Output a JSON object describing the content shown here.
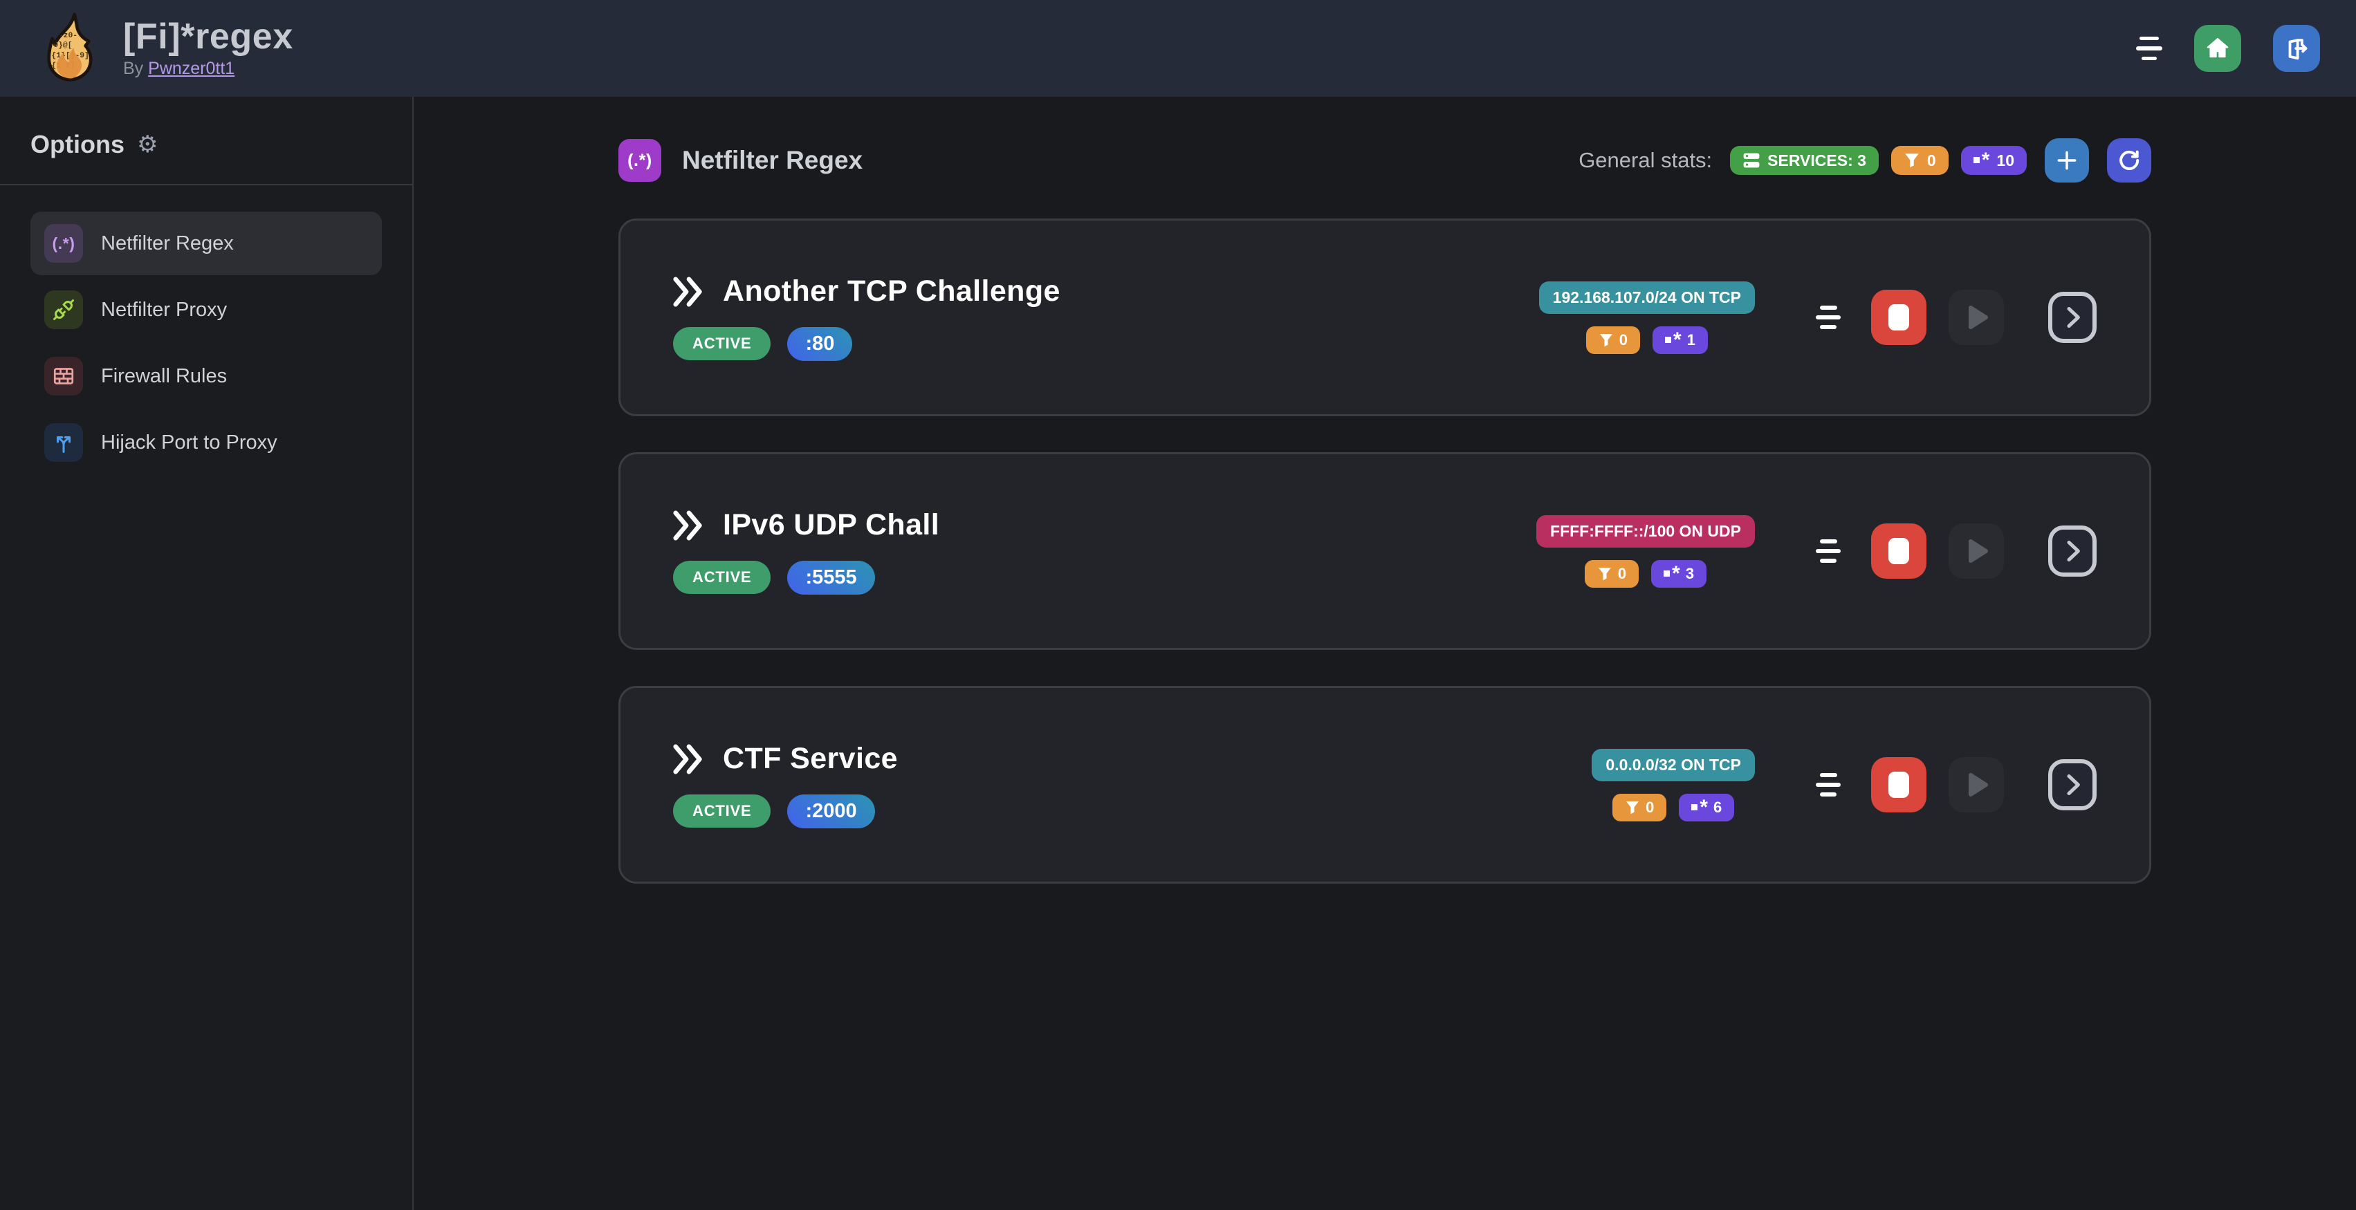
{
  "navbar": {
    "title": "[Fi]*regex",
    "byline_prefix": "By",
    "byline_link": "Pwnzer0tt1",
    "logo_text": {
      "line1": "-z0-",
      "line2": "0}@[",
      "line3": "{1}[)-9]",
      "line4": "{1   z]"
    }
  },
  "sidebar": {
    "heading": "Options",
    "gear_glyph": "⚙",
    "items": [
      {
        "label": "Netfilter Regex",
        "icon": "regex-icon",
        "icon_glyph": "(.*)",
        "active": true
      },
      {
        "label": "Netfilter Proxy",
        "icon": "proxy-plug-icon",
        "active": false
      },
      {
        "label": "Firewall Rules",
        "icon": "firewall-bricks-icon",
        "active": false
      },
      {
        "label": "Hijack Port to Proxy",
        "icon": "hijack-split-arrow-icon",
        "active": false
      }
    ]
  },
  "main": {
    "header": {
      "icon_glyph": "(.*)",
      "title": "Netfilter Regex",
      "stats_label": "General stats:",
      "services_badge": "SERVICES: 3",
      "filtered_count": "0",
      "regex_count": "10"
    },
    "services": [
      {
        "name": "Another TCP Challenge",
        "status": "ACTIVE",
        "port": ":80",
        "target": "192.168.107.0/24 ON TCP",
        "target_color": "#38919e",
        "filtered": "0",
        "regexes": "1"
      },
      {
        "name": "IPv6 UDP Chall",
        "status": "ACTIVE",
        "port": ":5555",
        "target": "FFFF:FFFF::/100 ON UDP",
        "target_color": "#b93060",
        "filtered": "0",
        "regexes": "3"
      },
      {
        "name": "CTF Service",
        "status": "ACTIVE",
        "port": ":2000",
        "target": "0.0.0.0/32 ON TCP",
        "target_color": "#38919e",
        "filtered": "0",
        "regexes": "6"
      }
    ]
  },
  "colors": {
    "navbar_bg": "#262b39",
    "body_bg": "#191a1d",
    "card_bg": "#232429",
    "home_green": "#3f9d66",
    "logout_blue": "#3c73c6",
    "services_green": "#44a047",
    "filter_orange": "#e8963c",
    "regex_violet": "#6a48dd",
    "active_green": "#3f9d6b",
    "stop_red": "#da453c",
    "header_purple": "#9e3cc9",
    "port_gradient_from": "#4263eb",
    "port_gradient_to": "#2b93b3"
  }
}
